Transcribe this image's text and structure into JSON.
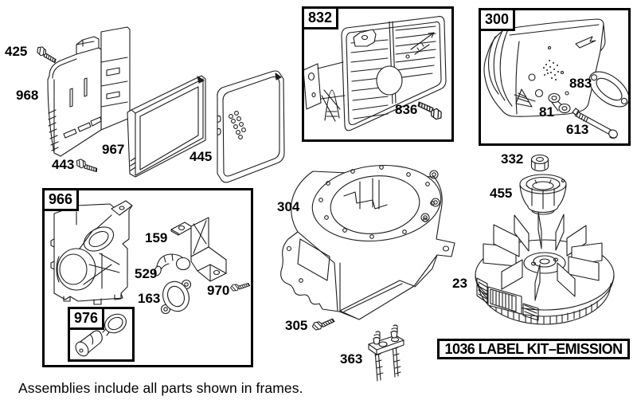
{
  "caption": "Assemblies include all parts shown in frames.",
  "kit_box": {
    "text": "1036 LABEL KIT–EMISSION"
  },
  "frames": {
    "f832": {
      "label": "832"
    },
    "f300": {
      "label": "300"
    },
    "f966": {
      "label": "966"
    },
    "f976": {
      "label": "976"
    }
  },
  "labels": {
    "p425": "425",
    "p968": "968",
    "p967": "967",
    "p443": "443",
    "p445": "445",
    "p836": "836",
    "p883": "883",
    "p81": "81",
    "p613": "613",
    "p332": "332",
    "p455": "455",
    "p304": "304",
    "p23": "23",
    "p305": "305",
    "p363": "363",
    "p159": "159",
    "p529": "529",
    "p163": "163",
    "p970": "970"
  },
  "colors": {
    "line": "#1c1c1c",
    "background": "#ffffff",
    "frame_border": "#000000"
  }
}
